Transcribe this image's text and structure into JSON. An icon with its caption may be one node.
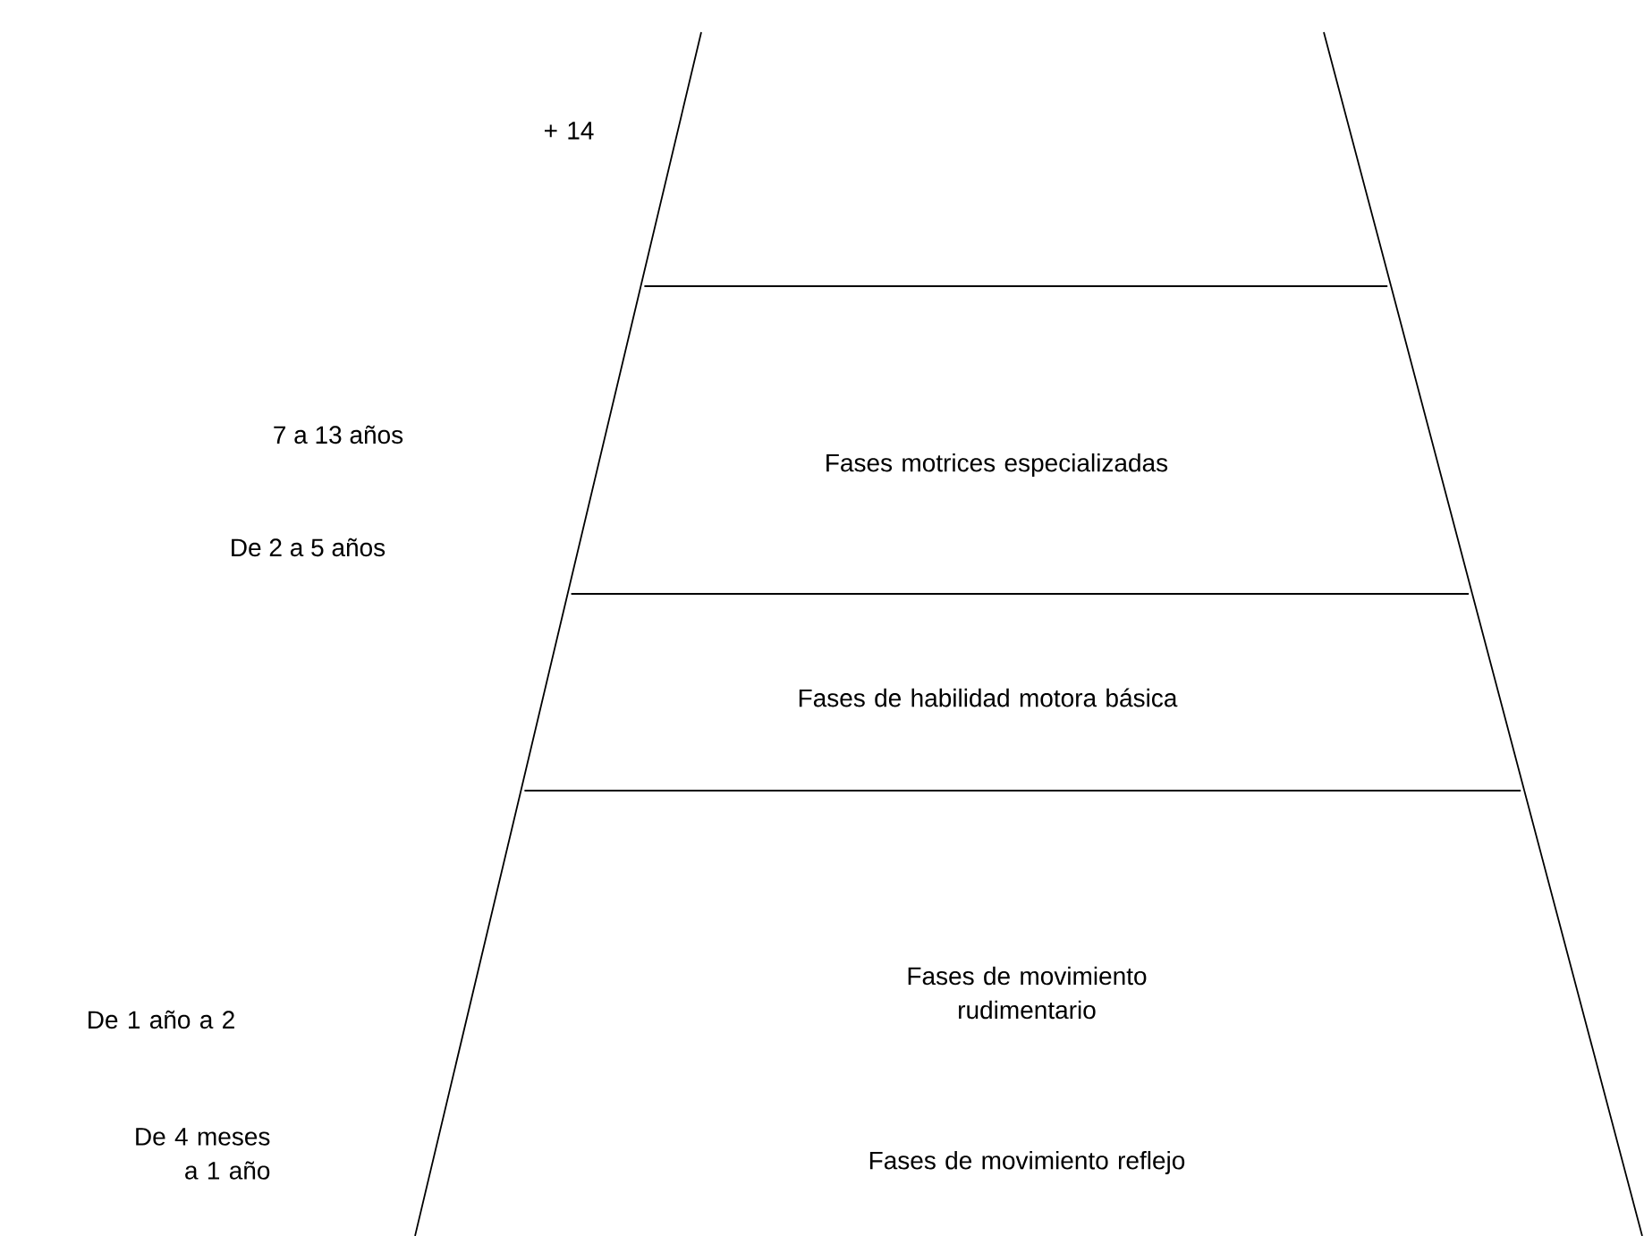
{
  "diagram": {
    "nodes": [
      {
        "text": [],
        "shape": "band",
        "beside": [
          "+ 14"
        ]
      },
      {
        "text": [
          "Fases motrices especializadas"
        ]
      },
      {
        "text": [
          "Fases de habilidad motora básica"
        ]
      },
      {
        "text": [
          "Fases de movimiento rudimentario",
          "Fases de movimiento reflejo"
        ],
        "beside": [
          "De 1 año a 2",
          "De 4 meses a 1 año"
        ]
      }
    ],
    "labels": [
      "7 a 13 años",
      "De 2 a 5 años"
    ]
  }
}
